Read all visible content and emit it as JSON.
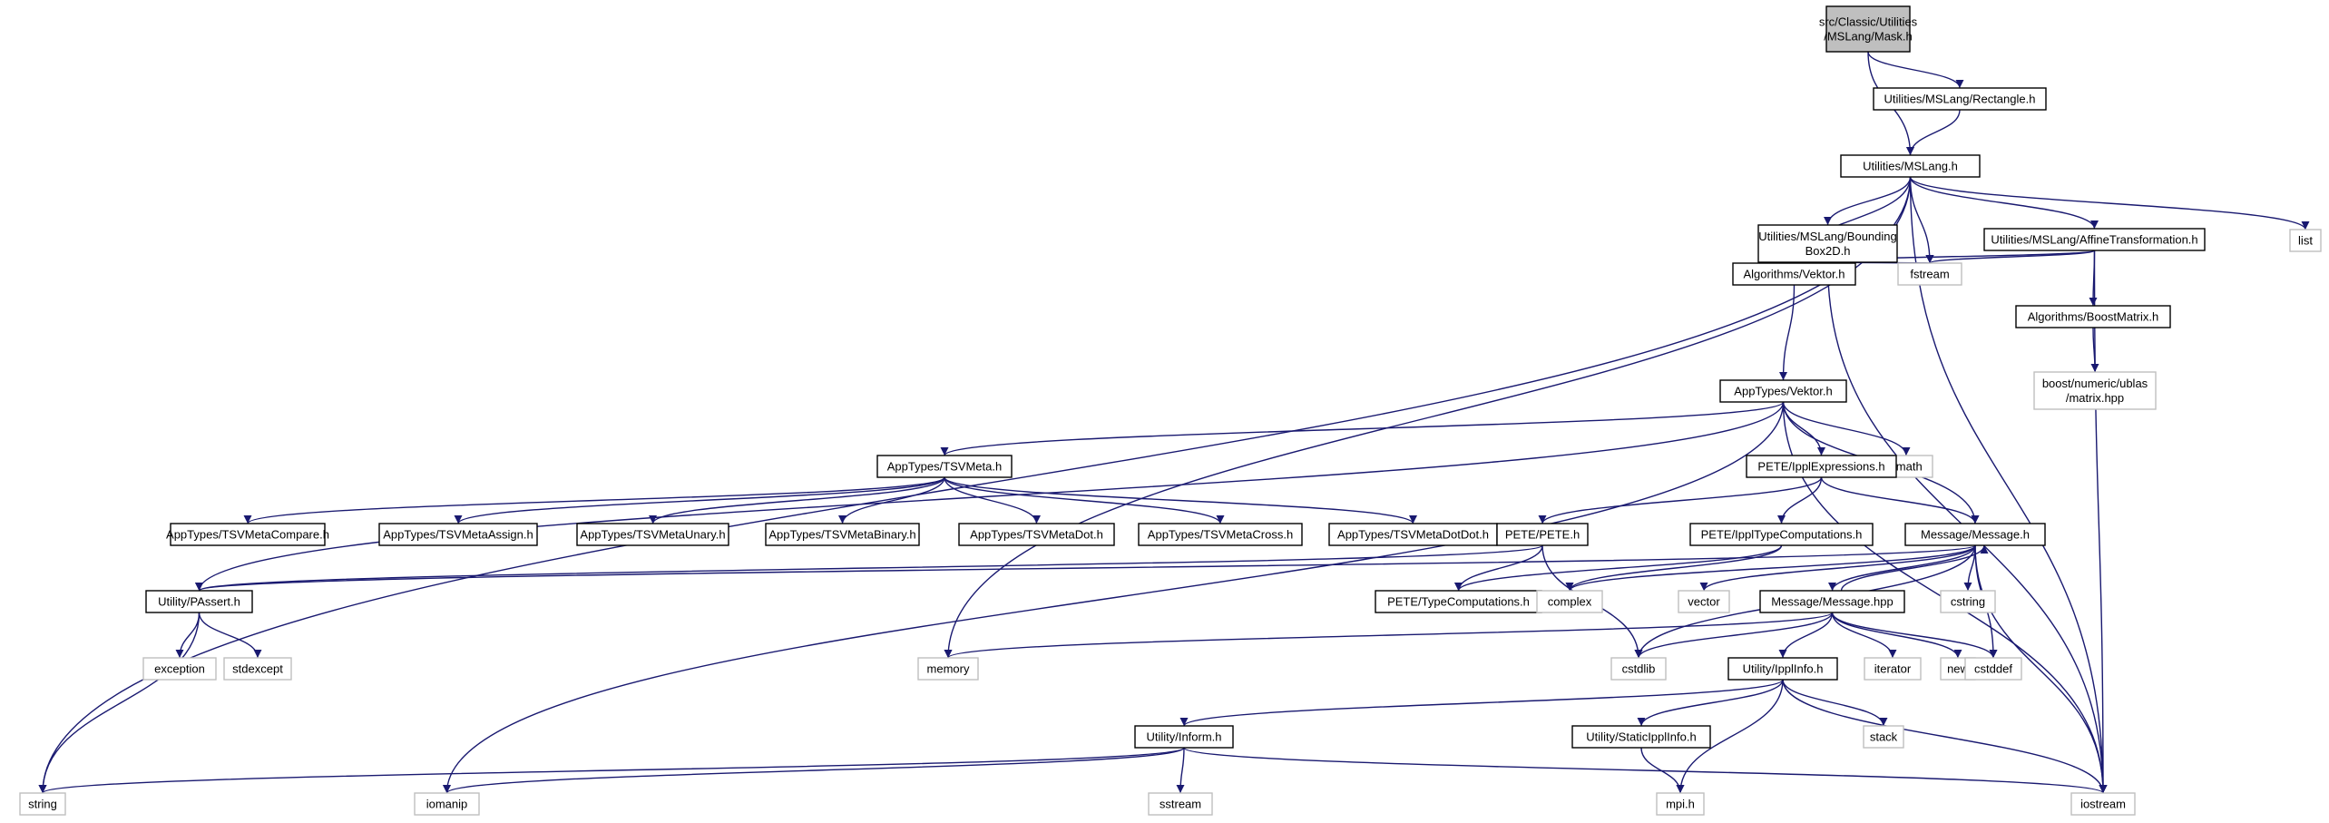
{
  "graph": {
    "type": "include-dependency-graph",
    "colors": {
      "edge": "#191970",
      "root_fill": "#bfbfbf",
      "node_border": "#000000",
      "external_border": "#bfbfbf"
    },
    "nodes": [
      {
        "id": "mask",
        "lines": [
          "src/Classic/Utilities",
          "/MSLang/Mask.h"
        ],
        "kind": "root"
      },
      {
        "id": "rect",
        "lines": [
          "Utilities/MSLang/Rectangle.h"
        ],
        "kind": "internal"
      },
      {
        "id": "mslang",
        "lines": [
          "Utilities/MSLang.h"
        ],
        "kind": "internal"
      },
      {
        "id": "bbox",
        "lines": [
          "Utilities/MSLang/Bounding",
          "Box2D.h"
        ],
        "kind": "internal"
      },
      {
        "id": "affine",
        "lines": [
          "Utilities/MSLang/AffineTransformation.h"
        ],
        "kind": "internal"
      },
      {
        "id": "list",
        "lines": [
          "list"
        ],
        "kind": "external"
      },
      {
        "id": "algvek",
        "lines": [
          "Algorithms/Vektor.h"
        ],
        "kind": "internal"
      },
      {
        "id": "fstream",
        "lines": [
          "fstream"
        ],
        "kind": "external"
      },
      {
        "id": "boostm",
        "lines": [
          "Algorithms/BoostMatrix.h"
        ],
        "kind": "internal"
      },
      {
        "id": "ublas",
        "lines": [
          "boost/numeric/ublas",
          "/matrix.hpp"
        ],
        "kind": "external"
      },
      {
        "id": "appvek",
        "lines": [
          "AppTypes/Vektor.h"
        ],
        "kind": "internal"
      },
      {
        "id": "tsvmeta",
        "lines": [
          "AppTypes/TSVMeta.h"
        ],
        "kind": "internal"
      },
      {
        "id": "cmath",
        "lines": [
          "cmath"
        ],
        "kind": "external"
      },
      {
        "id": "ipplexp",
        "lines": [
          "PETE/IpplExpressions.h"
        ],
        "kind": "internal"
      },
      {
        "id": "tsvcmp",
        "lines": [
          "AppTypes/TSVMetaCompare.h"
        ],
        "kind": "internal"
      },
      {
        "id": "tsvasg",
        "lines": [
          "AppTypes/TSVMetaAssign.h"
        ],
        "kind": "internal"
      },
      {
        "id": "tsvun",
        "lines": [
          "AppTypes/TSVMetaUnary.h"
        ],
        "kind": "internal"
      },
      {
        "id": "tsvbin",
        "lines": [
          "AppTypes/TSVMetaBinary.h"
        ],
        "kind": "internal"
      },
      {
        "id": "tsvdot",
        "lines": [
          "AppTypes/TSVMetaDot.h"
        ],
        "kind": "internal"
      },
      {
        "id": "tsvcross",
        "lines": [
          "AppTypes/TSVMetaCross.h"
        ],
        "kind": "internal"
      },
      {
        "id": "tsvdd",
        "lines": [
          "AppTypes/TSVMetaDotDot.h"
        ],
        "kind": "internal"
      },
      {
        "id": "pete",
        "lines": [
          "PETE/PETE.h"
        ],
        "kind": "internal"
      },
      {
        "id": "ippltc",
        "lines": [
          "PETE/IpplTypeComputations.h"
        ],
        "kind": "internal"
      },
      {
        "id": "msgh",
        "lines": [
          "Message/Message.h"
        ],
        "kind": "internal"
      },
      {
        "id": "passert",
        "lines": [
          "Utility/PAssert.h"
        ],
        "kind": "internal"
      },
      {
        "id": "typec",
        "lines": [
          "PETE/TypeComputations.h"
        ],
        "kind": "internal"
      },
      {
        "id": "complex",
        "lines": [
          "complex"
        ],
        "kind": "external"
      },
      {
        "id": "vector",
        "lines": [
          "vector"
        ],
        "kind": "external"
      },
      {
        "id": "msghpp",
        "lines": [
          "Message/Message.hpp"
        ],
        "kind": "internal"
      },
      {
        "id": "cstring",
        "lines": [
          "cstring"
        ],
        "kind": "external"
      },
      {
        "id": "exception",
        "lines": [
          "exception"
        ],
        "kind": "external"
      },
      {
        "id": "stdexcept",
        "lines": [
          "stdexcept"
        ],
        "kind": "external"
      },
      {
        "id": "memory",
        "lines": [
          "memory"
        ],
        "kind": "external"
      },
      {
        "id": "cstdlib",
        "lines": [
          "cstdlib"
        ],
        "kind": "external"
      },
      {
        "id": "ipplinfo",
        "lines": [
          "Utility/IpplInfo.h"
        ],
        "kind": "internal"
      },
      {
        "id": "iterator",
        "lines": [
          "iterator"
        ],
        "kind": "external"
      },
      {
        "id": "new",
        "lines": [
          "new"
        ],
        "kind": "external"
      },
      {
        "id": "cstddef",
        "lines": [
          "cstddef"
        ],
        "kind": "external"
      },
      {
        "id": "inform",
        "lines": [
          "Utility/Inform.h"
        ],
        "kind": "internal"
      },
      {
        "id": "stack",
        "lines": [
          "stack"
        ],
        "kind": "external"
      },
      {
        "id": "staticipp",
        "lines": [
          "Utility/StaticIpplInfo.h"
        ],
        "kind": "internal"
      },
      {
        "id": "string",
        "lines": [
          "string"
        ],
        "kind": "external"
      },
      {
        "id": "iomanip",
        "lines": [
          "iomanip"
        ],
        "kind": "external"
      },
      {
        "id": "sstream",
        "lines": [
          "sstream"
        ],
        "kind": "external"
      },
      {
        "id": "mpi",
        "lines": [
          "mpi.h"
        ],
        "kind": "external"
      },
      {
        "id": "iostream",
        "lines": [
          "iostream"
        ],
        "kind": "external"
      }
    ],
    "edges": [
      [
        "mask",
        "rect"
      ],
      [
        "mask",
        "mslang"
      ],
      [
        "rect",
        "mslang"
      ],
      [
        "mslang",
        "string"
      ],
      [
        "mslang",
        "memory"
      ],
      [
        "mslang",
        "algvek"
      ],
      [
        "mslang",
        "bbox"
      ],
      [
        "mslang",
        "fstream"
      ],
      [
        "mslang",
        "affine"
      ],
      [
        "mslang",
        "iostream"
      ],
      [
        "mslang",
        "list"
      ],
      [
        "bbox",
        "algvek"
      ],
      [
        "bbox",
        "fstream"
      ],
      [
        "bbox",
        "iostream"
      ],
      [
        "affine",
        "algvek"
      ],
      [
        "affine",
        "fstream"
      ],
      [
        "affine",
        "boostm"
      ],
      [
        "affine",
        "iostream"
      ],
      [
        "boostm",
        "ublas"
      ],
      [
        "algvek",
        "appvek"
      ],
      [
        "appvek",
        "iomanip"
      ],
      [
        "appvek",
        "passert"
      ],
      [
        "appvek",
        "tsvmeta"
      ],
      [
        "appvek",
        "ipplexp"
      ],
      [
        "appvek",
        "cmath"
      ],
      [
        "appvek",
        "msgh"
      ],
      [
        "appvek",
        "iostream"
      ],
      [
        "tsvmeta",
        "tsvcmp"
      ],
      [
        "tsvmeta",
        "tsvasg"
      ],
      [
        "tsvmeta",
        "tsvun"
      ],
      [
        "tsvmeta",
        "tsvbin"
      ],
      [
        "tsvmeta",
        "tsvdot"
      ],
      [
        "tsvmeta",
        "tsvcross"
      ],
      [
        "tsvmeta",
        "tsvdd"
      ],
      [
        "ipplexp",
        "pete"
      ],
      [
        "ipplexp",
        "ippltc"
      ],
      [
        "ipplexp",
        "msgh"
      ],
      [
        "pete",
        "passert"
      ],
      [
        "pete",
        "typec"
      ],
      [
        "pete",
        "cstdlib"
      ],
      [
        "ippltc",
        "typec"
      ],
      [
        "ippltc",
        "complex"
      ],
      [
        "msgh",
        "passert"
      ],
      [
        "msgh",
        "complex"
      ],
      [
        "msgh",
        "vector"
      ],
      [
        "msgh",
        "msghpp"
      ],
      [
        "msgh",
        "cstring"
      ],
      [
        "msgh",
        "cstdlib"
      ],
      [
        "msgh",
        "cstddef"
      ],
      [
        "msgh",
        "iostream"
      ],
      [
        "msghpp",
        "msgh"
      ],
      [
        "msghpp",
        "memory"
      ],
      [
        "msghpp",
        "cstdlib"
      ],
      [
        "msghpp",
        "ipplinfo"
      ],
      [
        "msghpp",
        "iterator"
      ],
      [
        "msghpp",
        "new"
      ],
      [
        "msghpp",
        "cstddef"
      ],
      [
        "passert",
        "exception"
      ],
      [
        "passert",
        "stdexcept"
      ],
      [
        "passert",
        "string"
      ],
      [
        "ipplinfo",
        "inform"
      ],
      [
        "ipplinfo",
        "staticipp"
      ],
      [
        "ipplinfo",
        "stack"
      ],
      [
        "ipplinfo",
        "mpi"
      ],
      [
        "ipplinfo",
        "iostream"
      ],
      [
        "staticipp",
        "mpi"
      ],
      [
        "inform",
        "string"
      ],
      [
        "inform",
        "iomanip"
      ],
      [
        "inform",
        "sstream"
      ],
      [
        "inform",
        "iostream"
      ]
    ]
  }
}
